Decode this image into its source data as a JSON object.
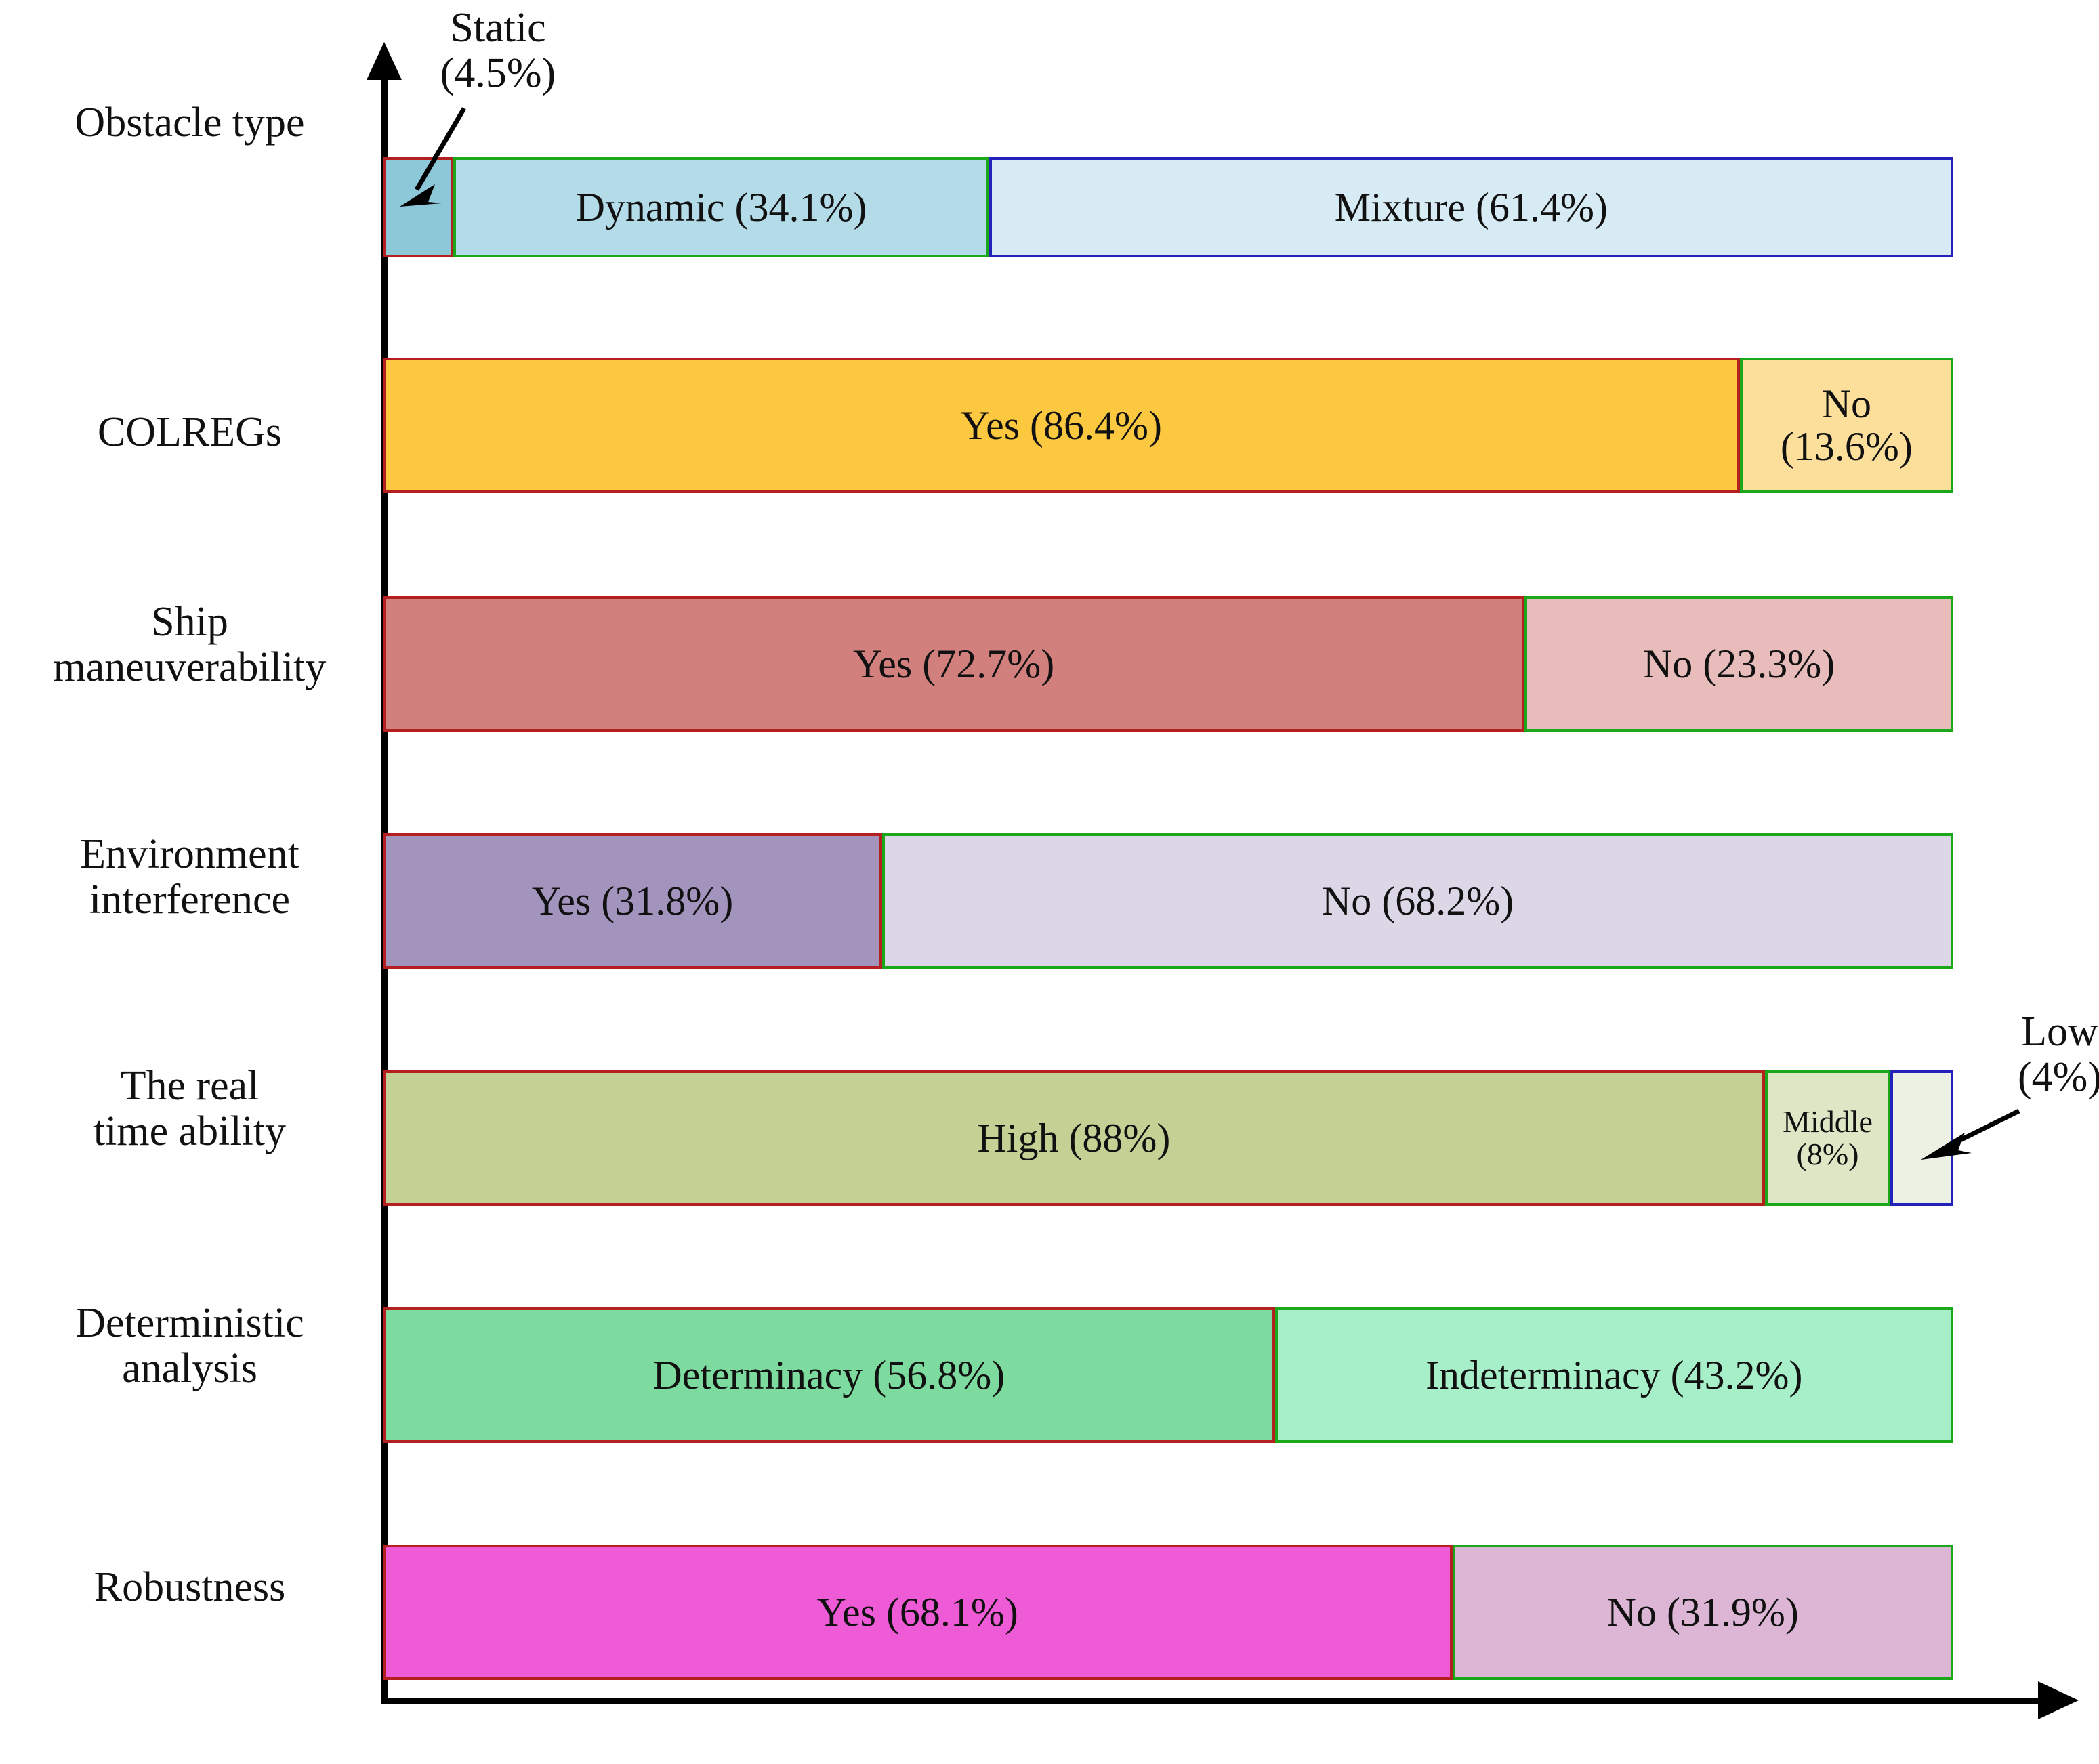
{
  "chart_data": {
    "type": "bar",
    "orientation": "horizontal",
    "stacked": true,
    "normalized": true,
    "title": "",
    "xlabel": "",
    "ylabel": "",
    "grid": false,
    "legend": "none",
    "axis": {
      "x_arrow": true,
      "y_arrow": true,
      "x_ticks": [],
      "y_ticks": []
    },
    "categories": [
      "Obstacle type",
      "COLREGs",
      "Ship\nmaneuverability",
      "Environment\ninterference",
      "The real\ntime ability",
      "Deterministic\nanalysis",
      "Robustness"
    ],
    "rows": [
      {
        "category": "Obstacle type",
        "category_display": "Obstacle type",
        "segments": [
          {
            "name": "Static",
            "value": 4.5,
            "label": "Static\n(4.5%)",
            "label_placement": "callout",
            "fill": "#8cc8d8",
            "border": "#b42020"
          },
          {
            "name": "Dynamic",
            "value": 34.1,
            "label": "Dynamic (34.1%)",
            "label_placement": "inside",
            "fill": "#b3dbe8",
            "border": "#1aa81a"
          },
          {
            "name": "Mixture",
            "value": 61.4,
            "label": "Mixture (61.4%)",
            "label_placement": "inside",
            "fill": "#d7ebf4",
            "border": "#2222bb"
          }
        ]
      },
      {
        "category": "COLREGs",
        "category_display": "COLREGs",
        "segments": [
          {
            "name": "Yes",
            "value": 86.4,
            "label": "Yes (86.4%)",
            "label_placement": "inside",
            "fill": "#fcc840",
            "border": "#b42020"
          },
          {
            "name": "No",
            "value": 13.6,
            "label": "No\n(13.6%)",
            "label_placement": "inside",
            "fill": "#fbdf9b",
            "border": "#1aa81a"
          }
        ]
      },
      {
        "category": "Ship maneuverability",
        "category_display": "Ship\nmaneuverability",
        "segments": [
          {
            "name": "Yes",
            "value": 72.7,
            "label": "Yes (72.7%)",
            "label_placement": "inside",
            "fill": "#d2807e",
            "border": "#b42020"
          },
          {
            "name": "No",
            "value": 23.3,
            "label": "No (23.3%)",
            "label_placement": "inside",
            "fill": "#e8bcbb",
            "border": "#1aa81a"
          }
        ]
      },
      {
        "category": "Environment interference",
        "category_display": "Environment\ninterference",
        "segments": [
          {
            "name": "Yes",
            "value": 31.8,
            "label": "Yes (31.8%)",
            "label_placement": "inside",
            "fill": "#a294bd",
            "border": "#b42020"
          },
          {
            "name": "No",
            "value": 68.2,
            "label": "No (68.2%)",
            "label_placement": "inside",
            "fill": "#dcd7e6",
            "border": "#1aa81a"
          }
        ]
      },
      {
        "category": "The real time ability",
        "category_display": "The real\ntime ability",
        "segments": [
          {
            "name": "High",
            "value": 88,
            "label": "High (88%)",
            "label_placement": "inside",
            "fill": "#c3d195",
            "border": "#b42020"
          },
          {
            "name": "Middle",
            "value": 8,
            "label": "Middle\n(8%)",
            "label_placement": "inside",
            "fill": "#dde6c5",
            "border": "#1aa81a"
          },
          {
            "name": "Low",
            "value": 4,
            "label": "Low\n(4%)",
            "label_placement": "callout",
            "fill": "#edf1e4",
            "border": "#2222bb"
          }
        ]
      },
      {
        "category": "Deterministic analysis",
        "category_display": "Deterministic\nanalysis",
        "segments": [
          {
            "name": "Determinacy",
            "value": 56.8,
            "label": "Determinacy (56.8%)",
            "label_placement": "inside",
            "fill": "#7ddba0",
            "border": "#b42020"
          },
          {
            "name": "Indeterminacy",
            "value": 43.2,
            "label": "Indeterminacy (43.2%)",
            "label_placement": "inside",
            "fill": "#a6efc9",
            "border": "#1aa81a"
          }
        ]
      },
      {
        "category": "Robustness",
        "category_display": "Robustness",
        "segments": [
          {
            "name": "Yes",
            "value": 68.1,
            "label": "Yes (68.1%)",
            "label_placement": "inside",
            "fill": "#ef5bd6",
            "border": "#b42020"
          },
          {
            "name": "No",
            "value": 31.9,
            "label": "No (31.9%)",
            "label_placement": "inside",
            "fill": "#dcb6d4",
            "border": "#1aa81a"
          }
        ]
      }
    ],
    "callouts": [
      {
        "id": "static",
        "text": "Static\n(4.5%)",
        "points_to": "Obstacle type / Static"
      },
      {
        "id": "low",
        "text": "Low\n(4%)",
        "points_to": "The real time ability / Low"
      }
    ]
  },
  "labels": {
    "cat0": "Obstacle type",
    "cat1": "COLREGs",
    "cat2": "Ship\nmaneuverability",
    "cat3": "Environment\ninterference",
    "cat4": "The real\ntime ability",
    "cat5": "Deterministic\nanalysis",
    "cat6": "Robustness"
  },
  "segment_labels": {
    "r0s0": "Static\n(4.5%)",
    "r0s1": "Dynamic (34.1%)",
    "r0s2": "Mixture (61.4%)",
    "r1s0": "Yes (86.4%)",
    "r1s1": "No\n(13.6%)",
    "r2s0": "Yes (72.7%)",
    "r2s1": "No (23.3%)",
    "r3s0": "Yes (31.8%)",
    "r3s1": "No (68.2%)",
    "r4s0": "High (88%)",
    "r4s1": "Middle\n(8%)",
    "r4s2": "Low\n(4%)",
    "r5s0": "Determinacy (56.8%)",
    "r5s1": "Indeterminacy (43.2%)",
    "r6s0": "Yes (68.1%)",
    "r6s1": "No (31.9%)"
  },
  "callout_text": {
    "static": "Static\n(4.5%)",
    "low": "Low\n(4%)"
  },
  "colors": {
    "border_red": "#b42020",
    "border_green": "#1aa81a",
    "border_blue": "#2222bb",
    "axis": "#000000",
    "text": "#111111"
  }
}
